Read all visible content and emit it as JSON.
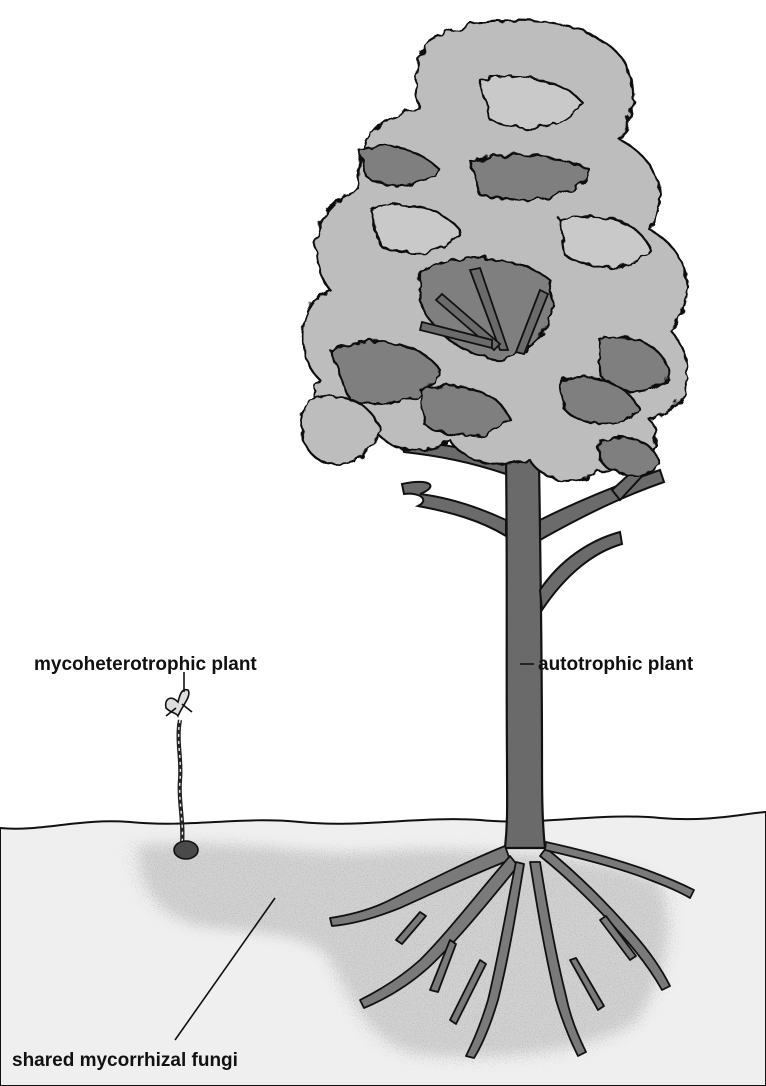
{
  "labels": {
    "mycoheterotrophic": "mycoheterotrophic plant",
    "autotrophic": "autotrophic plant",
    "fungi": "shared mycorrhizal fungi"
  },
  "colors": {
    "background": "#ffffff",
    "soil": "#efefef",
    "fungi": "#8a8a8a",
    "foliage_light": "#bdbdbd",
    "foliage_dark": "#7f7f7f",
    "trunk": "#6a6a6a",
    "roots": "#7a7a7a",
    "outline": "#111111"
  }
}
